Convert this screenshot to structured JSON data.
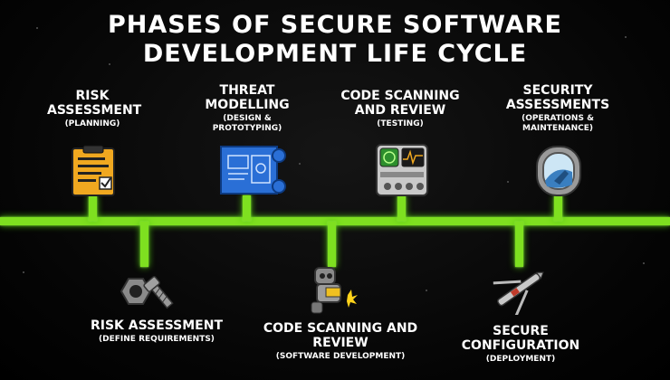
{
  "title": {
    "line1": "PHASES OF SECURE SOFTWARE",
    "line2": "DEVELOPMENT LIFE CYCLE"
  },
  "colors": {
    "accent_green": "#7ee020",
    "background": "#000000",
    "text": "#ffffff"
  },
  "top_phases": [
    {
      "title": "RISK ASSESSMENT",
      "subtitle": "(PLANNING)",
      "icon": "clipboard-checklist-icon"
    },
    {
      "title": "THREAT MODELLING",
      "subtitle": "(DESIGN & PROTOTYPING)",
      "icon": "blueprint-icon"
    },
    {
      "title": "CODE SCANNING AND REVIEW",
      "subtitle": "(TESTING)",
      "icon": "control-panel-icon"
    },
    {
      "title": "SECURITY ASSESSMENTS",
      "subtitle": "(OPERATIONS & MAINTENANCE)",
      "icon": "spaceship-window-icon"
    }
  ],
  "bottom_phases": [
    {
      "title": "RISK ASSESSMENT",
      "subtitle": "(DEFINE REQUIREMENTS)",
      "icon": "nut-and-bolt-icon"
    },
    {
      "title": "CODE SCANNING AND REVIEW",
      "subtitle": "(SOFTWARE DEVELOPMENT)",
      "icon": "robot-welding-icon"
    },
    {
      "title": "SECURE CONFIGURATION",
      "subtitle": "(DEPLOYMENT)",
      "icon": "starfighter-icon"
    }
  ]
}
